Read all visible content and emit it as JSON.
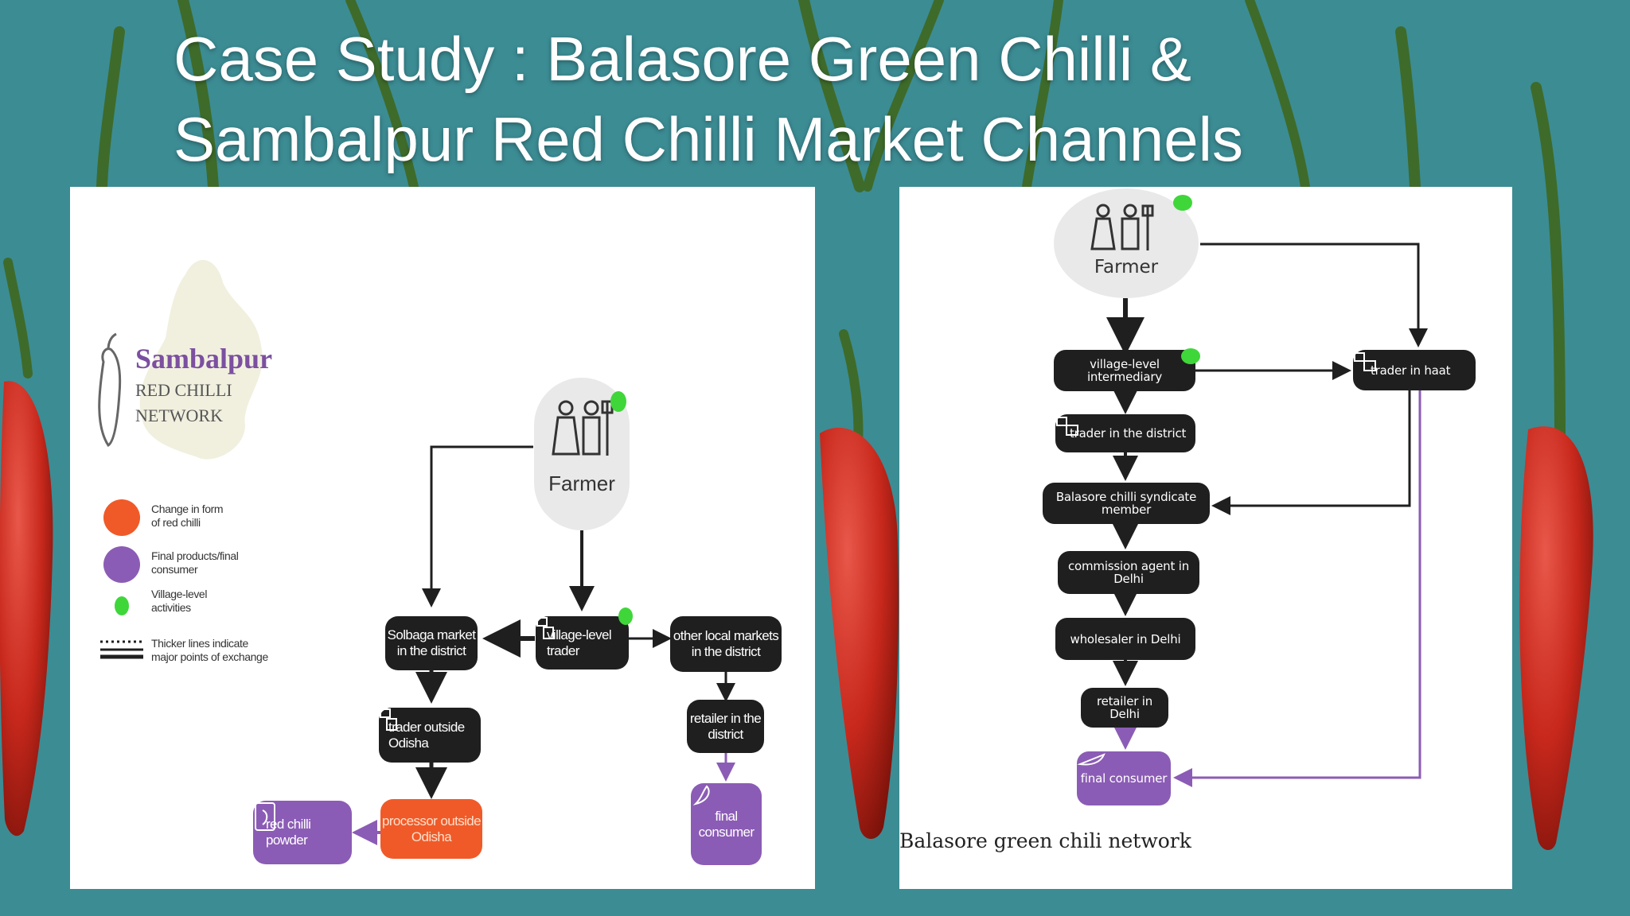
{
  "slide": {
    "title_line1": "Case Study : Balasore Green Chilli &",
    "title_line2": "Sambalpur Red Chilli Market Channels"
  },
  "colors": {
    "background": "#3c8c94",
    "dark_node": "#1f1f1f",
    "orange_node": "#f05a28",
    "purple_node": "#8b5cb5",
    "green_dot": "#3fd63a",
    "chilli_red": "#c8281c",
    "chilli_stem": "#3e6b2a"
  },
  "sambalpur": {
    "logo": {
      "title": "Sambalpur",
      "line1": "RED CHILLI",
      "line2": "NETWORK",
      "icon": "chilli-outline-icon"
    },
    "legend": {
      "orange": "Change in form of red chilli",
      "purple": "Final products/final consumer",
      "green": "Village-level activities",
      "lines": "Thicker lines indicate major points of exchange"
    },
    "farmer": {
      "label": "Farmer",
      "icon": "farmer-couple-icon"
    },
    "nodes": {
      "solbaga": "Solbaga market in the district",
      "village_trader": "village-level trader",
      "other_markets": "other local markets in the district",
      "trader_outside": "trader outside Odisha",
      "retailer": "retailer in the district",
      "processor": "processor outside Odisha",
      "powder": "red chilli powder",
      "final": "final consumer"
    }
  },
  "balasore": {
    "farmer": {
      "label": "Farmer",
      "icon": "farmer-couple-icon"
    },
    "nodes": {
      "village_intermediary": "village-level intermediary",
      "trader_haat": "trader in haat",
      "trader_district": "trader in the district",
      "syndicate": "Balasore chilli syndicate member",
      "commission": "commission agent in Delhi",
      "wholesaler": "wholesaler in Delhi",
      "retailer": "retailer in Delhi",
      "final": "final consumer"
    },
    "caption": "Balasore green chili network"
  }
}
